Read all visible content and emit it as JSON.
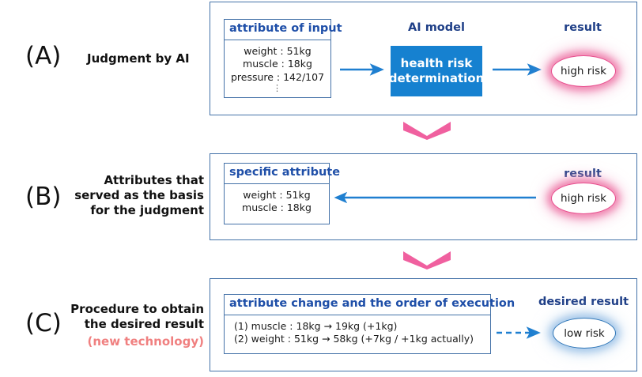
{
  "colors": {
    "frame_border": "#4472a8",
    "panel_border": "#4472a8",
    "header_text": "#1f4fa8",
    "caption_text": "#1f3f87",
    "model_fill": "#1681d0",
    "arrow_blue": "#1f7fd0",
    "chevron_pink": "#f0609f",
    "highlight_pink": "#e8508f",
    "highlight_blue": "#2e75b6",
    "new_tech_red": "#f08080"
  },
  "sections": [
    {
      "letter": "(A)",
      "title_lines": [
        "Judgment by AI"
      ],
      "subtitle": "",
      "panel": {
        "header": "attribute of input",
        "rows": [
          "weight : 51kg",
          "muscle : 18kg",
          "pressure : 142/107"
        ],
        "has_vertical_ellipsis": true
      },
      "model": {
        "caption": "AI model",
        "lines": [
          "health risk",
          "determination"
        ]
      },
      "result": {
        "caption": "result",
        "label": "high risk",
        "style": "pink"
      }
    },
    {
      "letter": "(B)",
      "title_lines": [
        "Attributes that",
        "served as the basis",
        "for the judgment"
      ],
      "subtitle": "",
      "panel": {
        "header": "specific attribute",
        "rows": [
          "weight : 51kg",
          "muscle : 18kg"
        ],
        "has_vertical_ellipsis": false
      },
      "result": {
        "caption": "result",
        "label": "high risk",
        "style": "pink"
      }
    },
    {
      "letter": "(C)",
      "title_lines": [
        "Procedure to obtain",
        "the desired result"
      ],
      "subtitle": "(new technology)",
      "panel": {
        "header": "attribute change and the order of execution",
        "rows": [
          "(1)  muscle : 18kg  →  19kg (+1kg)",
          "(2)  weight : 51kg  →  58kg (+7kg / +1kg actually)"
        ],
        "has_vertical_ellipsis": false
      },
      "result": {
        "caption": "desired result",
        "label": "low risk",
        "style": "blue"
      }
    }
  ],
  "glyphs": {
    "vertical_ellipsis": "⋮",
    "chevron_down_icon": "chevron-down-icon",
    "arrow_right_icon": "arrow-right-icon",
    "arrow_left_icon": "arrow-left-icon",
    "arrow_dashed_right_icon": "arrow-dashed-right-icon"
  }
}
